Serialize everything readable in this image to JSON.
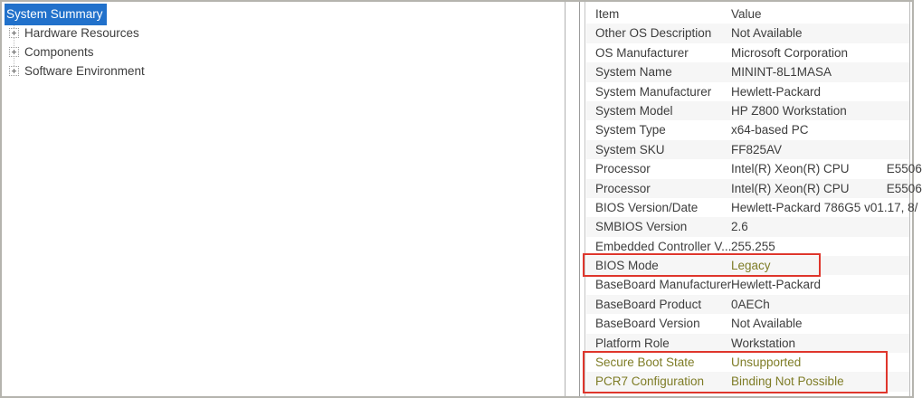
{
  "tree": {
    "items": [
      {
        "label": "System Summary",
        "selected": true,
        "expandable": false
      },
      {
        "label": "Hardware Resources",
        "selected": false,
        "expandable": true
      },
      {
        "label": "Components",
        "selected": false,
        "expandable": true
      },
      {
        "label": "Software Environment",
        "selected": false,
        "expandable": true
      }
    ]
  },
  "details": {
    "columns": {
      "item": "Item",
      "value": "Value"
    },
    "rows": [
      {
        "item": "Other OS Description",
        "value": "Not Available"
      },
      {
        "item": "OS Manufacturer",
        "value": "Microsoft Corporation"
      },
      {
        "item": "System Name",
        "value": "MININT-8L1MASA"
      },
      {
        "item": "System Manufacturer",
        "value": "Hewlett-Packard"
      },
      {
        "item": "System Model",
        "value": "HP Z800 Workstation"
      },
      {
        "item": "System Type",
        "value": "x64-based PC"
      },
      {
        "item": "System SKU",
        "value": "FF825AV"
      },
      {
        "item": "Processor",
        "value": "Intel(R) Xeon(R) CPU           E5506"
      },
      {
        "item": "Processor",
        "value": "Intel(R) Xeon(R) CPU           E5506"
      },
      {
        "item": "BIOS Version/Date",
        "value": "Hewlett-Packard 786G5 v01.17, 8/"
      },
      {
        "item": "SMBIOS Version",
        "value": "2.6"
      },
      {
        "item": "Embedded Controller V...",
        "value": "255.255"
      },
      {
        "item": "BIOS Mode",
        "value": "Legacy"
      },
      {
        "item": "BaseBoard Manufacturer",
        "value": "Hewlett-Packard"
      },
      {
        "item": "BaseBoard Product",
        "value": "0AECh"
      },
      {
        "item": "BaseBoard Version",
        "value": "Not Available"
      },
      {
        "item": "Platform Role",
        "value": "Workstation"
      },
      {
        "item": "Secure Boot State",
        "value": "Unsupported"
      },
      {
        "item": "PCR7 Configuration",
        "value": "Binding Not Possible"
      }
    ]
  },
  "annotations": {
    "bios_mode_box": "red highlight around BIOS Mode row",
    "secure_boot_box": "red highlight around Secure Boot State and PCR7 Configuration rows"
  },
  "colors": {
    "selection_blue": "#2171cb",
    "annotation_red": "#df362c",
    "highlight_text_olive": "#7e7c26",
    "text_default": "#3d3d3d"
  }
}
